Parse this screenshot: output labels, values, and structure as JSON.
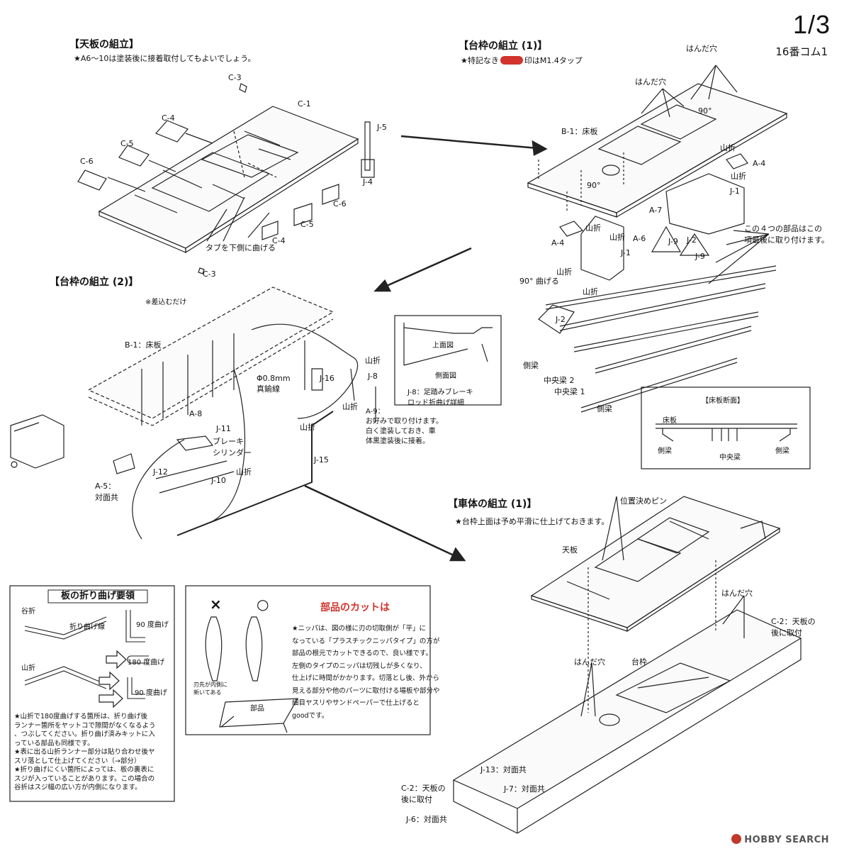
{
  "page": {
    "number": "1/3",
    "model": "16番コム1"
  },
  "sec_top": {
    "title": "【天板の組立】",
    "note": "★A6～10は塗装後に接着取付してもよいでしょう。",
    "labels": [
      "C-3",
      "C-1",
      "C-4",
      "C-5",
      "C-6",
      "J-5",
      "J-4",
      "C-6",
      "C-5",
      "C-4",
      "C-3"
    ],
    "tab_note": "タブを下側に曲げる"
  },
  "sec_frame1": {
    "title": "【台枠の組立 (1)】",
    "note_pre": "★特記なき",
    "note_post": "印はM1.4タップ",
    "labels": {
      "handa1": "はんだ穴",
      "handa2": "はんだ穴",
      "deg90a": "90°",
      "b1": "B-1：床板",
      "yamaori1": "山折",
      "a4r": "A-4",
      "yamaori2": "山折",
      "j1r": "J-1",
      "deg90b": "90°",
      "a7": "A-7",
      "a4l": "A-4",
      "yamaori3": "山折",
      "yamaori4": "山折",
      "a6": "A-6",
      "j9a": "J-9",
      "j2r": "J-2",
      "j1": "J-1",
      "j9b": "J-9",
      "bend90": "90° 曲げる",
      "yamaori5": "山折",
      "yamaori6": "山折",
      "j2": "J-2",
      "sokuryo1": "側梁",
      "chuo2": "中央梁 2",
      "chuo1": "中央梁 1",
      "sokuryo2": "側梁"
    },
    "last_note": "この４つの部品はこの\n項最後に取り付けます。"
  },
  "cross_section": {
    "title": "【床板断面】",
    "floor": "床板",
    "side_l": "側梁",
    "center": "中央梁",
    "side_r": "側梁"
  },
  "j8_detail": {
    "top_view": "上面図",
    "side_view": "側面図",
    "caption": "J-8：足踏みブレーキ\nロッド折曲げ詳細"
  },
  "sec_frame2": {
    "title": "【台枠の組立 (2)】",
    "labels": {
      "insert": "※差込むだけ",
      "b1": "B-1：床板",
      "wire": "Φ0.8mm\n真鍮線",
      "j16": "J-16",
      "yamaori1": "山折",
      "j8": "J-8",
      "yamaori2": "山折",
      "a8": "A-8",
      "j11": "J-11",
      "brake": "ブレーキ\nシリンダー",
      "yamaori3": "山折",
      "j12": "J-12",
      "j10": "J-10",
      "yamaori4": "山折",
      "j15": "J-15",
      "a5": "A-5：\n対面共"
    },
    "a9_note": "A-9：\nお好みで取り付けます。\n白く塗装しておき、車\n体黒塗装後に接着。"
  },
  "sec_body": {
    "title": "【車体の組立 (1)】",
    "note": "★台枠上面は予め平滑に仕上げておきます。",
    "labels": {
      "pin": "位置決めピン",
      "tenban": "天板",
      "handa1": "はんだ穴",
      "c2r": "C-2：天板の\n後に取付",
      "handa2": "はんだ穴",
      "daiwaku": "台枠",
      "j13": "J-13：対面共",
      "c2l": "C-2：天板の\n後に取付",
      "j7": "J-7：対面共",
      "j6": "J-6：対面共"
    }
  },
  "fold_box": {
    "title": "板の折り曲げ要領",
    "tani": "谷折",
    "fold_line": "折り曲げ線",
    "deg90a": "90 度曲げ",
    "deg180": "180 度曲げ",
    "yama": "山折",
    "deg90b": "90 度曲げ",
    "notes": "★山折で180度曲げする箇所は、折り曲げ後\nランナー箇所をヤットコで隙間がなくなるよう\n、つぶしてください。折り曲げ済みキットに入\nっている部品も同様です。\n★表に出る山折ランナー部分は貼り合わせ後ヤ\nスリ落として仕上げてください（→部分）\n★折り曲げにくい箇所によっては、板の裏表に\nスジが入っていることがあります。この場合の\n谷折はスジ幅の広い方が内側になります。"
  },
  "cut_box": {
    "title": "部品のカットは",
    "x_mark": "×",
    "o_mark": "○",
    "blade": "刃先が内側に\n新いてある",
    "part": "部品",
    "text": "★ニッパは、図の様に刃の切取側が「平」に\nなっている「プラスチックニッパタイプ」の方が\n部品の根元でカットできるので、良い様です。\n左側のタイプのニッパは切残しが多くなり、\n仕上げに時間がかかります。切落とし後、外から\n見える部分や他のパーツに取付ける場板や部分や\n細目ヤスリやサンドペーパーで仕上げると\ngoodです。"
  },
  "watermark": {
    "brand": "HOBBY SEARCH"
  },
  "colors": {
    "red": "#d0342c",
    "line": "#222222"
  }
}
